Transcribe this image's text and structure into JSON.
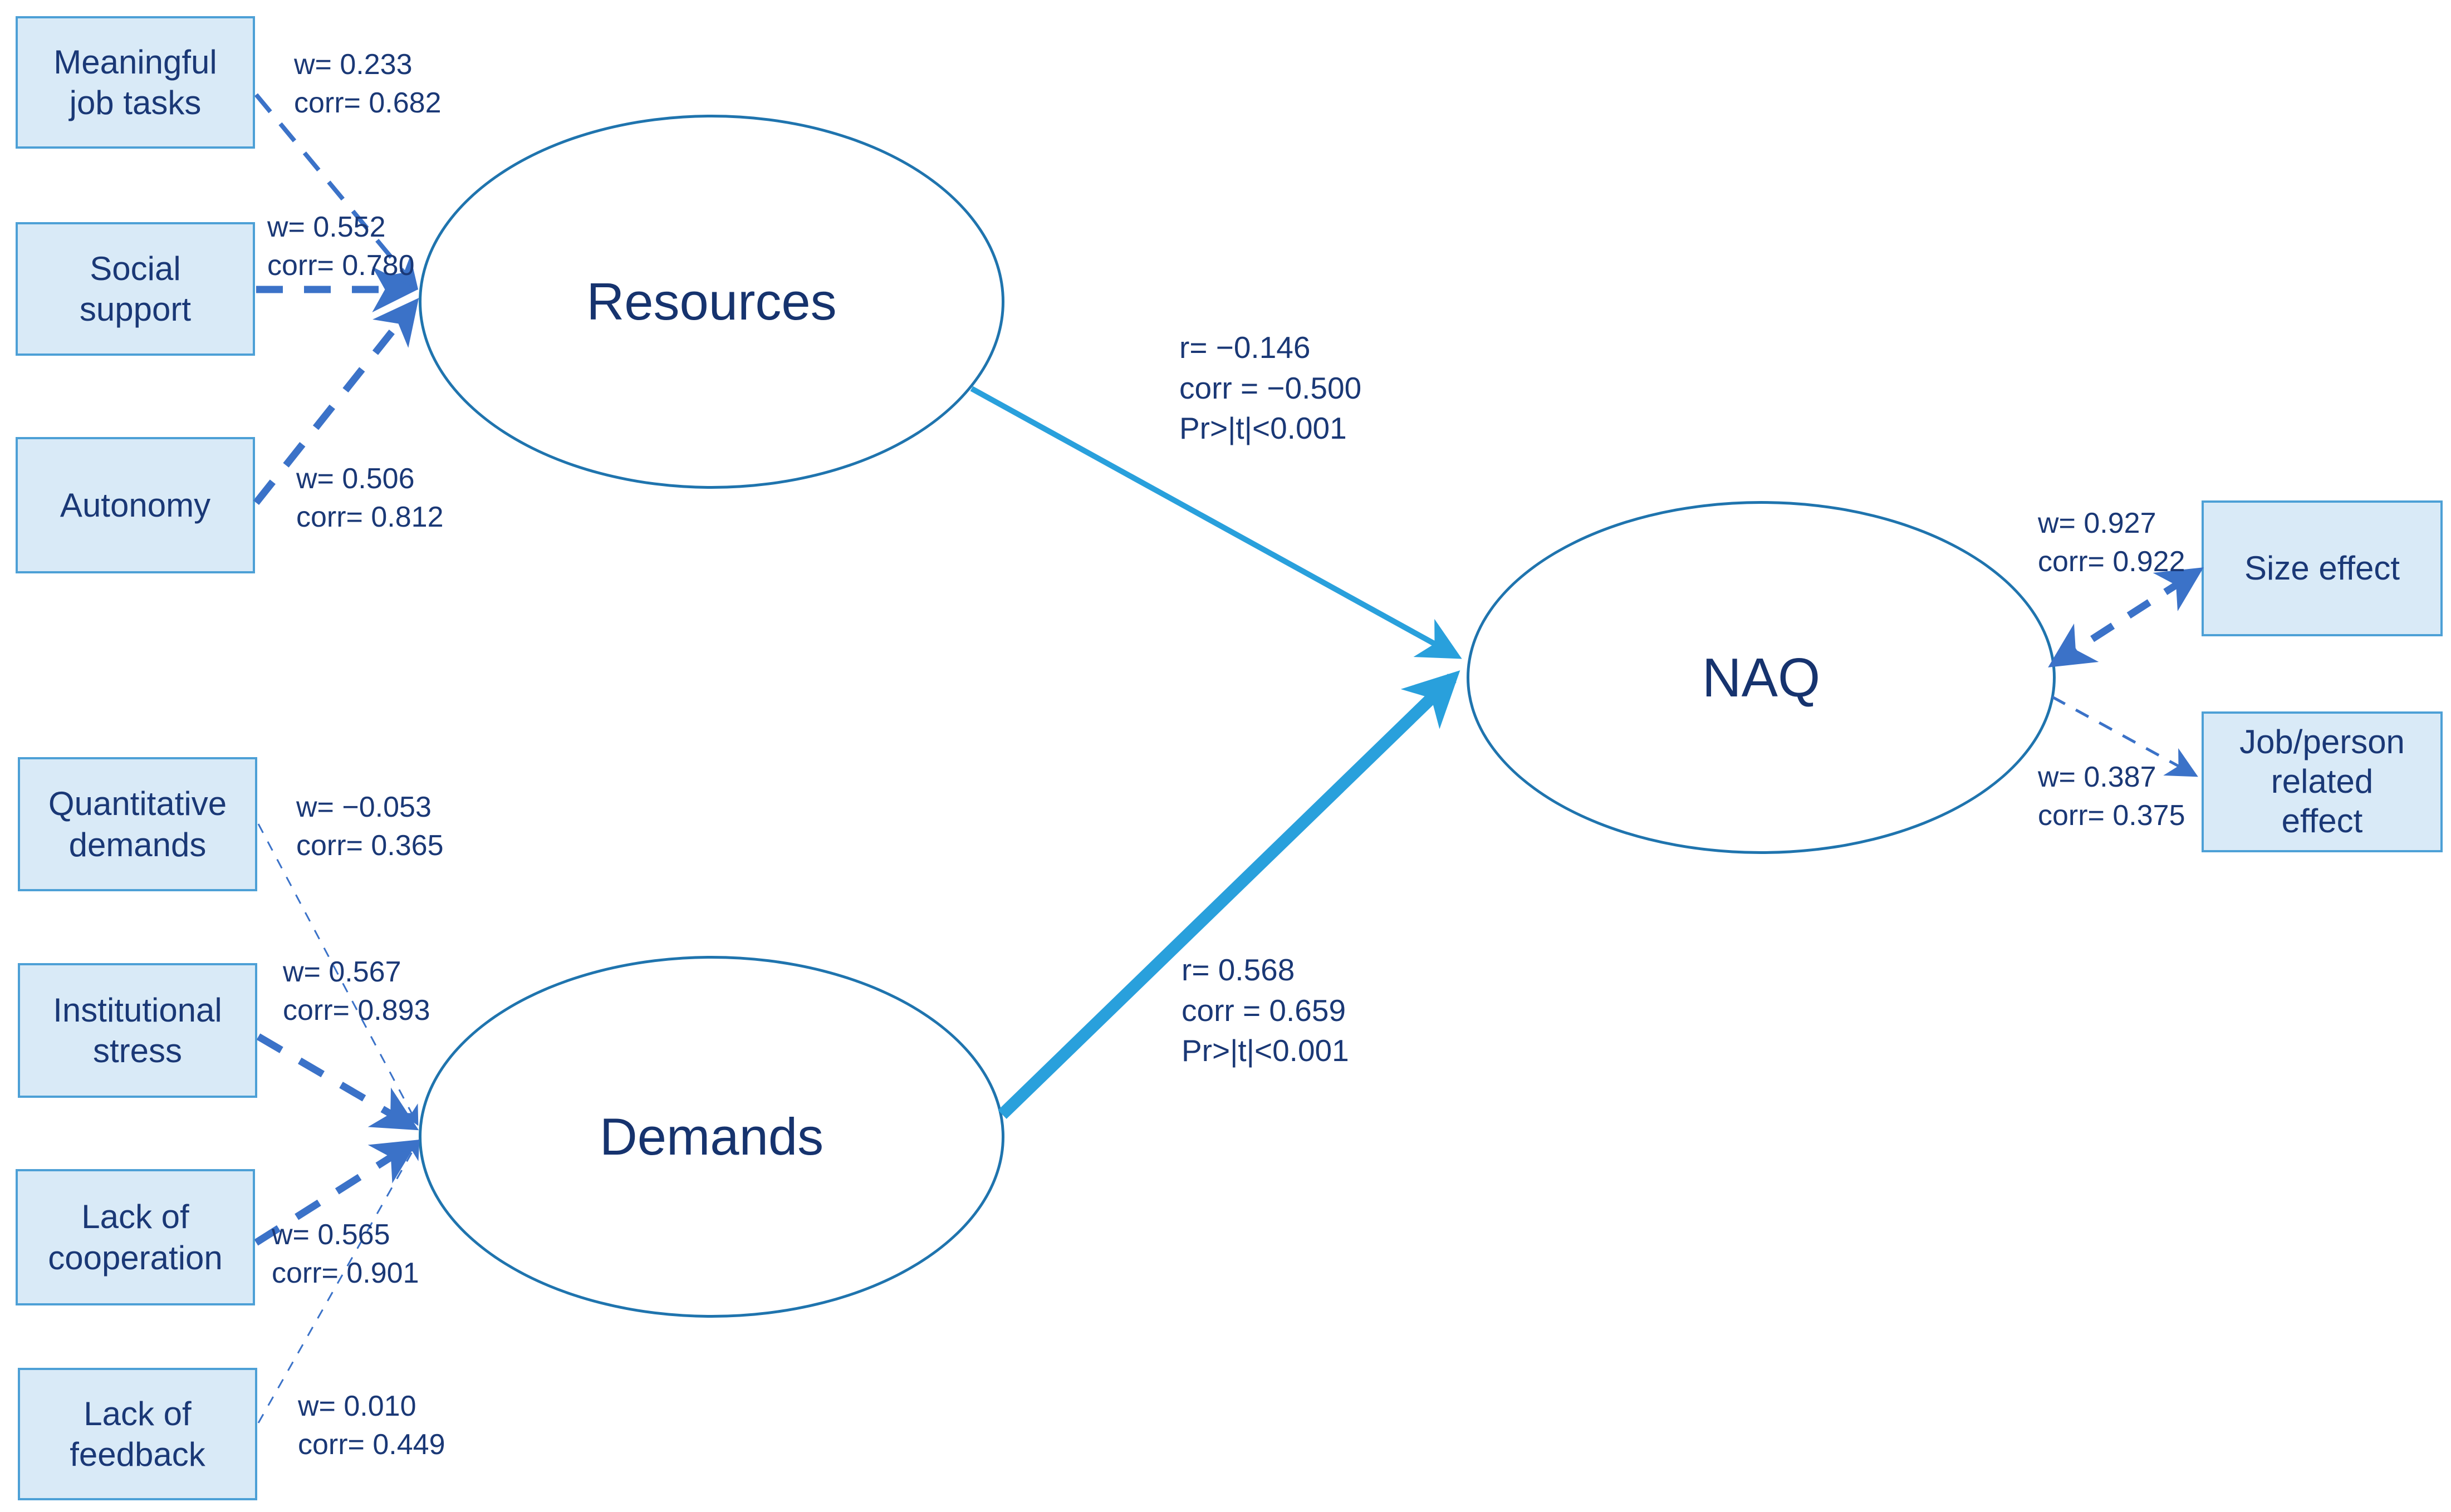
{
  "diagram_type": "PLS path model",
  "colors": {
    "background": "#ffffff",
    "box_fill": "#d9eaf7",
    "box_border": "#4da0d6",
    "ellipse_stroke": "#1f74ae",
    "dashed_arrow": "#3b72c8",
    "solid_arrow": "#29a0dc",
    "text": "#1a3876"
  },
  "latents": {
    "resources": {
      "label": "Resources"
    },
    "demands": {
      "label": "Demands"
    },
    "naq": {
      "label": "NAQ"
    }
  },
  "left_indicators": [
    {
      "label": "Meaningful\njob tasks",
      "w": "w= 0.233",
      "corr": "corr= 0.682"
    },
    {
      "label": "Social\nsupport",
      "w": "w= 0.552",
      "corr": "corr= 0.780"
    },
    {
      "label": "Autonomy",
      "w": "w= 0.506",
      "corr": "corr= 0.812"
    },
    {
      "label": "Quantitative\ndemands",
      "w": "w= −0.053",
      "corr": "corr= 0.365"
    },
    {
      "label": "Institutional\nstress",
      "w": "w= 0.567",
      "corr": "corr= 0.893"
    },
    {
      "label": "Lack of\ncooperation",
      "w": "w= 0.565",
      "corr": "corr= 0.901"
    },
    {
      "label": "Lack of\nfeedback",
      "w": "w= 0.010",
      "corr": "corr= 0.449"
    }
  ],
  "right_indicators": [
    {
      "label": "Size effect",
      "w": "w= 0.927",
      "corr": "corr= 0.922"
    },
    {
      "label": "Job/person\nrelated\neffect",
      "w": "w= 0.387",
      "corr": "corr= 0.375"
    }
  ],
  "paths": [
    {
      "name": "resources-to-naq",
      "lines": [
        "r= −0.146",
        "corr = −0.500",
        "Pr>|t|<0.001"
      ]
    },
    {
      "name": "demands-to-naq",
      "lines": [
        "r= 0.568",
        "corr = 0.659",
        "Pr>|t|<0.001"
      ]
    }
  ]
}
